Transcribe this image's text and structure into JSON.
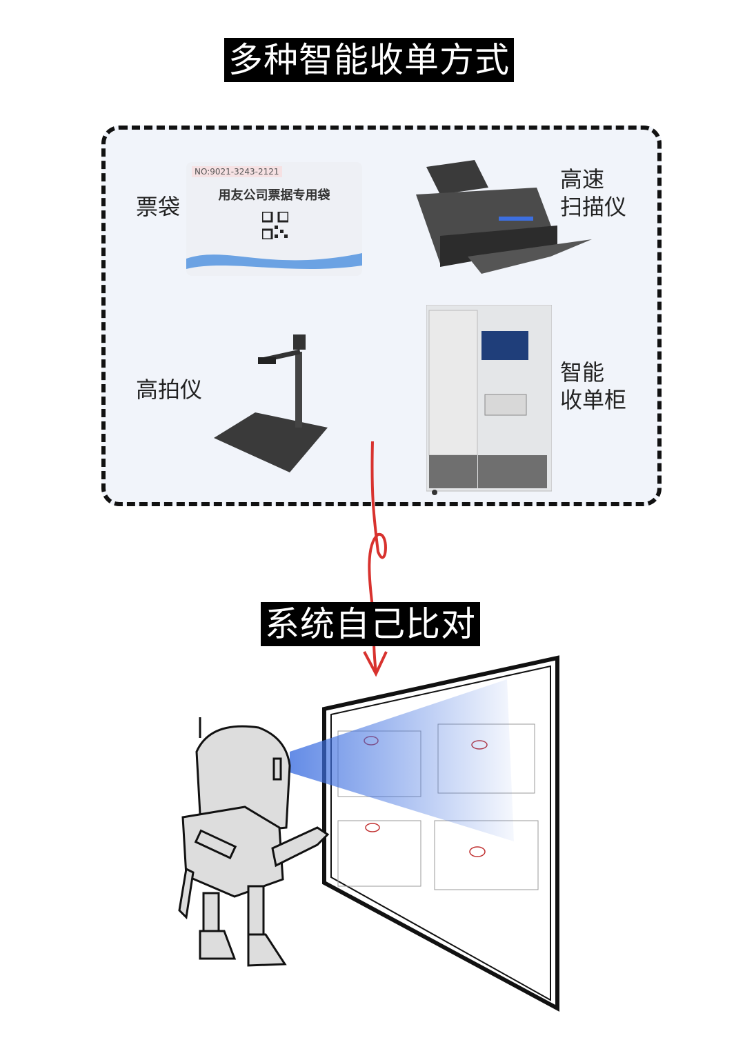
{
  "titles": {
    "top": "多种智能收单方式",
    "bottom": "系统自己比对"
  },
  "methods": [
    {
      "label": "票袋"
    },
    {
      "label": "高速\n扫描仪",
      "line1": "高速",
      "line2": "扫描仪"
    },
    {
      "label": "高拍仪"
    },
    {
      "label": "智能\n收单柜",
      "line1": "智能",
      "line2": "收单柜"
    }
  ],
  "bag": {
    "number": "NO:9021-3243-2121",
    "name": "用友公司票据专用袋"
  },
  "colors": {
    "arrow": "#d8322e",
    "beam": "#3d6fe0",
    "panel": "#f1f4fa"
  }
}
